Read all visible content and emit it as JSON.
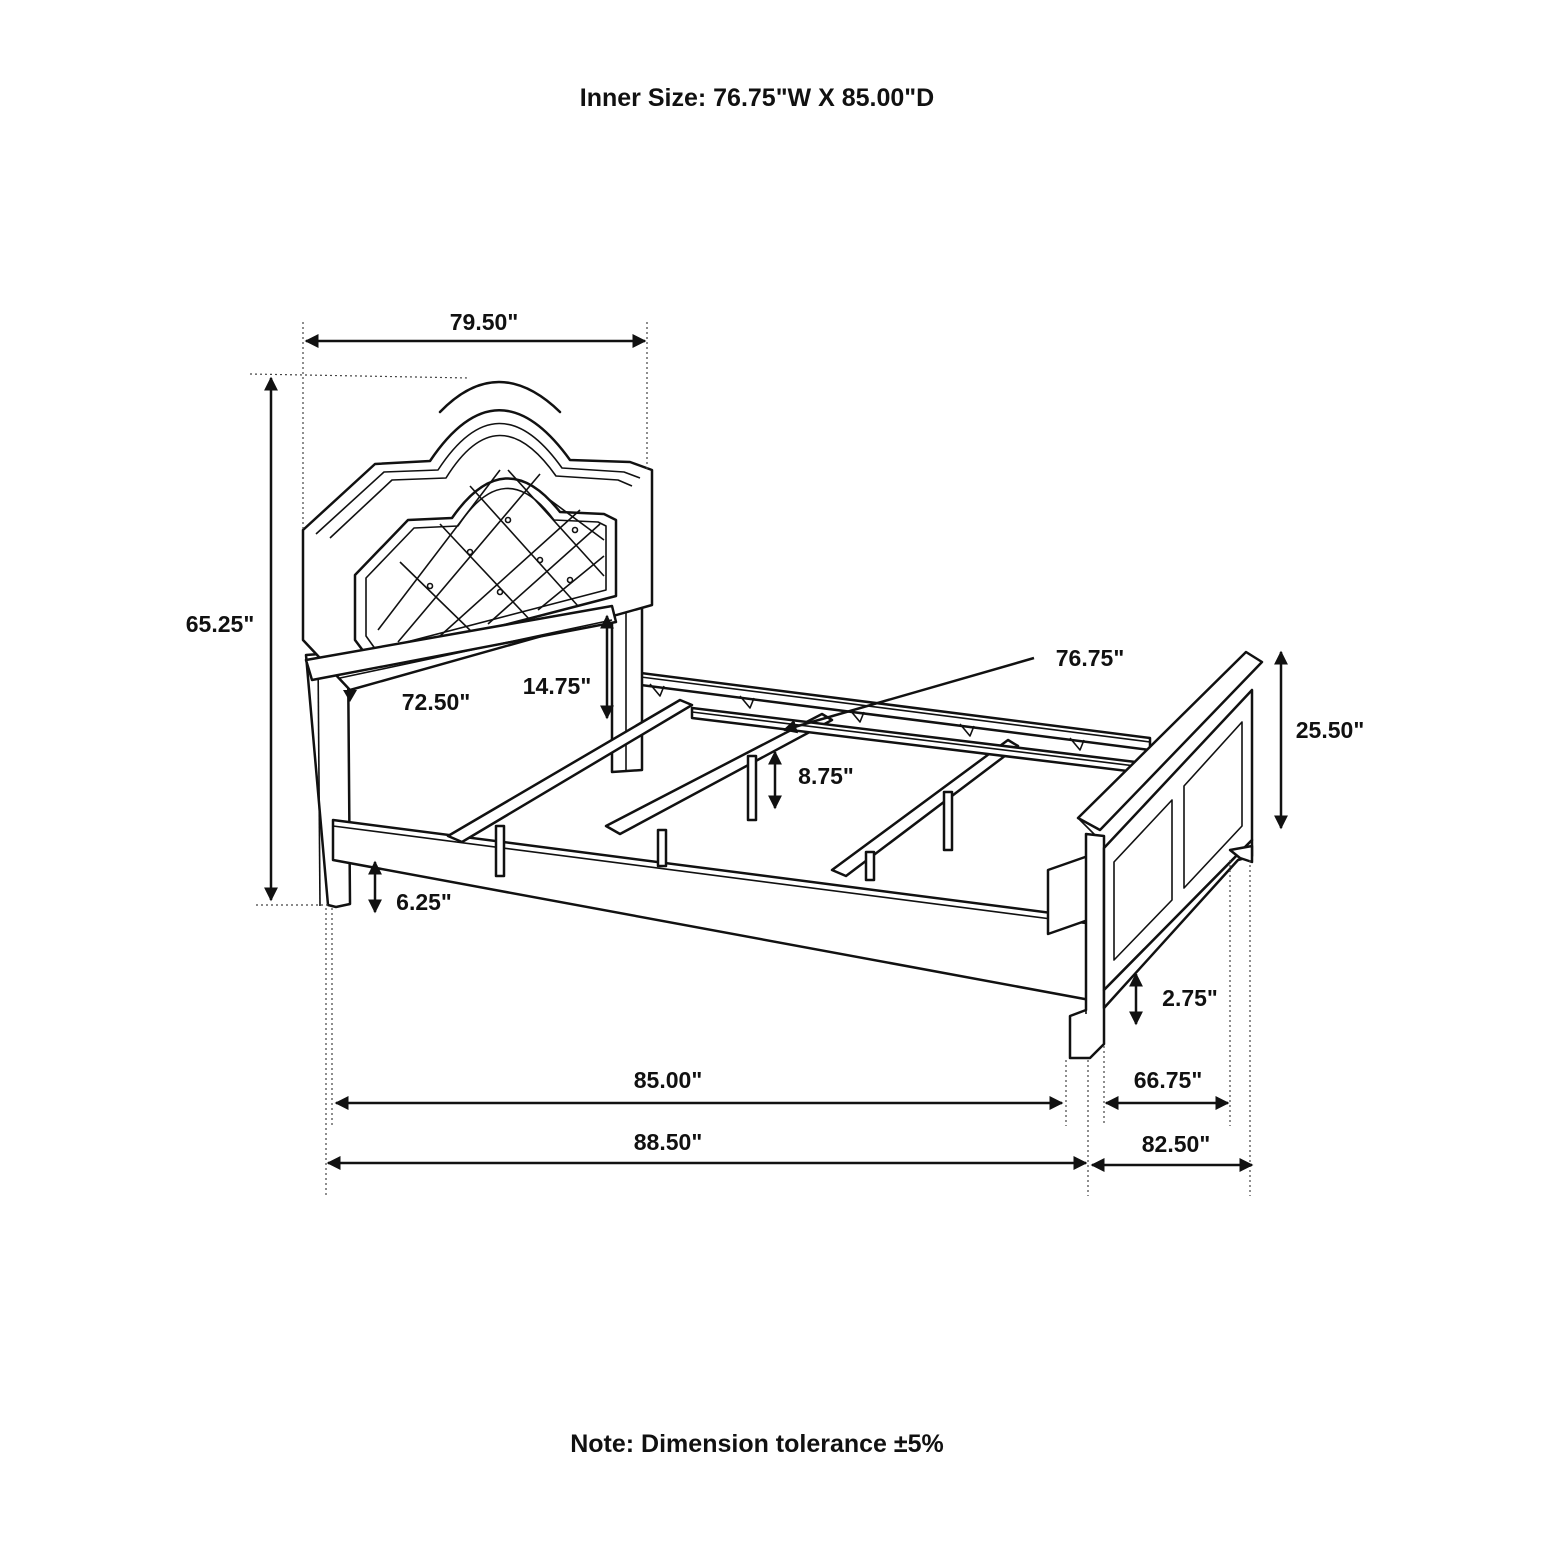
{
  "header": {
    "inner_size": "Inner Size: 76.75\"W X 85.00\"D"
  },
  "footer": {
    "note": "Note: Dimension tolerance ±5%"
  },
  "dimensions": {
    "headboard_width": "79.50\"",
    "headboard_height": "65.25\"",
    "headboard_inner_width": "72.50\"",
    "rail_height_from_headboard": "14.75\"",
    "inner_width": "76.75\"",
    "slat_support_height": "8.75\"",
    "footboard_height": "25.50\"",
    "headboard_leg_clearance": "6.25\"",
    "footboard_leg_clearance": "2.75\"",
    "inner_length": "85.00\"",
    "overall_length": "88.50\"",
    "footboard_inner_width": "66.75\"",
    "footboard_width": "82.50\""
  },
  "colors": {
    "line": "#111111",
    "background": "#ffffff"
  }
}
